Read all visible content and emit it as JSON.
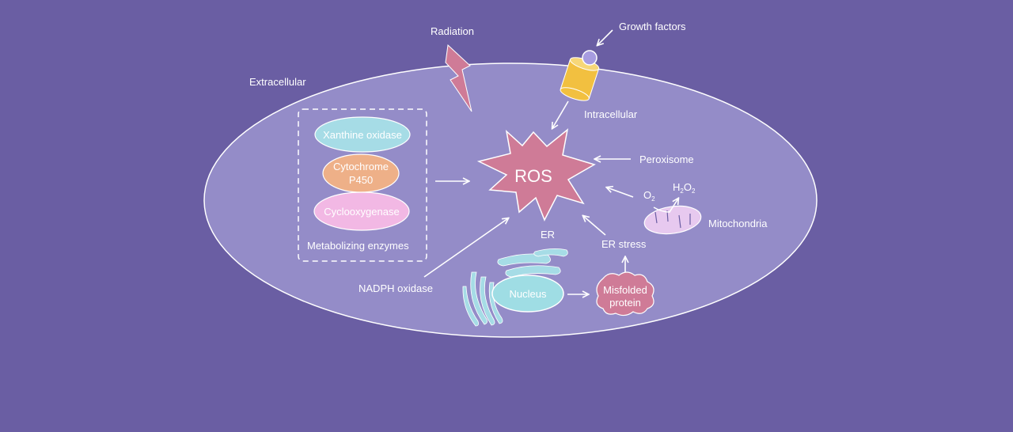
{
  "labels": {
    "radiation": "Radiation",
    "growth_factors": "Growth factors",
    "extracellular": "Extracellular",
    "intracellular": "Intracellular",
    "ros": "ROS",
    "peroxisome": "Peroxisome",
    "o2": "O",
    "o2_sub": "2",
    "h2o2_h": "H",
    "h2o2_sub1": "2",
    "h2o2_o": "O",
    "h2o2_sub2": "2",
    "mitochondria": "Mitochondria",
    "er": "ER",
    "er_stress": "ER stress",
    "nucleus": "Nucleus",
    "misfolded_line1": "Misfolded",
    "misfolded_line2": "protein",
    "nadph_oxidase": "NADPH oxidase"
  },
  "enzymes": {
    "xanthine_oxidase": "Xanthine oxidase",
    "cytochrome_line1": "Cytochrome",
    "cytochrome_line2": "P450",
    "cyclooxygenase": "Cyclooxygenase",
    "caption": "Metabolizing enzymes"
  },
  "colors": {
    "background": "#6a5ea3",
    "cell": "#948cc8",
    "ros": "#cf7b97",
    "xanthine_oxidase": "#a6dce6",
    "cytochrome": "#eeb088",
    "cyclooxygenase": "#f2b8e4",
    "nucleus": "#9fdde4",
    "mitochondria": "#e7c9ef",
    "radiation": "#cf7b97",
    "receptor": "#f2c040"
  }
}
